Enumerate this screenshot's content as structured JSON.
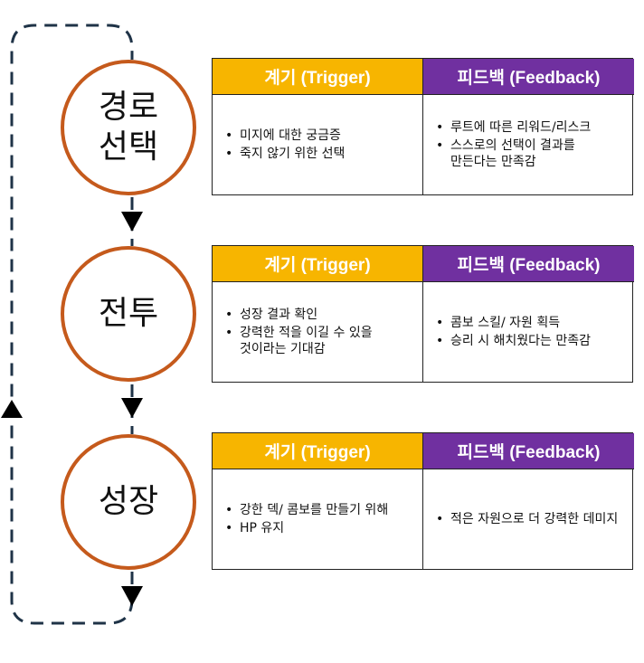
{
  "stages": [
    {
      "label": "경로\n선택",
      "trigger_header": "계기 (Trigger)",
      "feedback_header": "피드백 (Feedback)",
      "trigger_items": [
        "미지에 대한 궁금증",
        "죽지 않기 위한 선택"
      ],
      "feedback_items": [
        "루트에 따른 리워드/리스크",
        "스스로의 선택이 결과를 만든다는 만족감"
      ]
    },
    {
      "label": "전투",
      "trigger_header": "계기 (Trigger)",
      "feedback_header": "피드백 (Feedback)",
      "trigger_items": [
        "성장 결과 확인",
        "강력한 적을 이길 수 있을 것이라는 기대감"
      ],
      "feedback_items": [
        "콤보 스킬/ 자원 획득",
        "승리 시 해치웠다는 만족감"
      ]
    },
    {
      "label": "성장",
      "trigger_header": "계기 (Trigger)",
      "feedback_header": "피드백 (Feedback)",
      "trigger_items": [
        "강한 덱/ 콤보를 만들기 위해",
        "HP 유지"
      ],
      "feedback_items": [
        "적은 자원으로 더 강력한 데미지"
      ]
    }
  ],
  "colors": {
    "trigger": "#f7b500",
    "feedback": "#7030a0",
    "circle_border": "#c55a1c",
    "loop_line": "#1f3347"
  }
}
